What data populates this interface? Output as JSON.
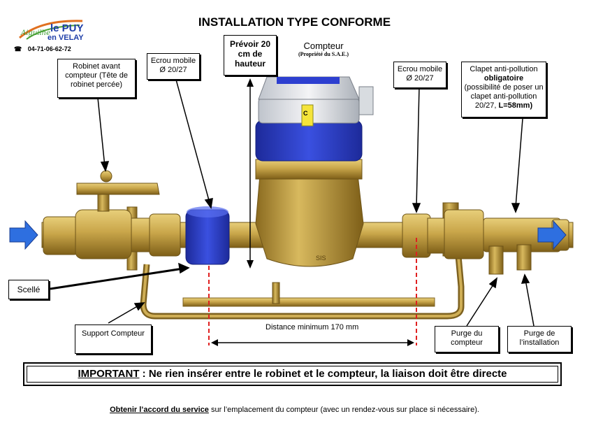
{
  "logo": {
    "script_text": "Aiguilhe",
    "line1": "le PUY",
    "line2": "en VELAY",
    "phone_icon": "phone-icon",
    "phone": "04-71-06-62-72"
  },
  "title": "INSTALLATION TYPE CONFORME",
  "labels": {
    "robinet": "Robinet avant compteur (Tête de robinet percée)",
    "ecrou_left": "Ecrou mobile Ø 20/27",
    "prevoir": "Prévoir 20 cm de hauteur",
    "compteur": "Compteur",
    "compteur_sub": "(Propriété du S.A.E.)",
    "ecrou_right": "Ecrou mobile Ø 20/27",
    "clapet_line1": "Clapet anti-pollution",
    "clapet_bold": "obligatoire",
    "clapet_line3": "(possibilité de poser un clapet anti-pollution 20/27,",
    "clapet_bold2": "L=58mm)",
    "scelle": "Scellé",
    "support": "Support Compteur",
    "distance": "Distance minimum 170 mm",
    "purge_compteur": "Purge du compteur",
    "purge_installation": "Purge de l’installation"
  },
  "meter_marks": {
    "badge": "C",
    "number": "SIS"
  },
  "important": {
    "keyword": "IMPORTANT",
    "text": " : Ne rien insérer entre le robinet et le compteur, la liaison doit être directe"
  },
  "footer": {
    "bold": "Obtenir l’accord du service",
    "text": " sur l’emplacement du compteur (avec un rendez-vous sur place si nécessaire)."
  },
  "colors": {
    "brass": "#c9a64a",
    "brass_dark": "#8a6a1f",
    "blue": "#2d3fd0",
    "arrow_blue": "#2e6fe0",
    "dash_red": "#e02020"
  }
}
